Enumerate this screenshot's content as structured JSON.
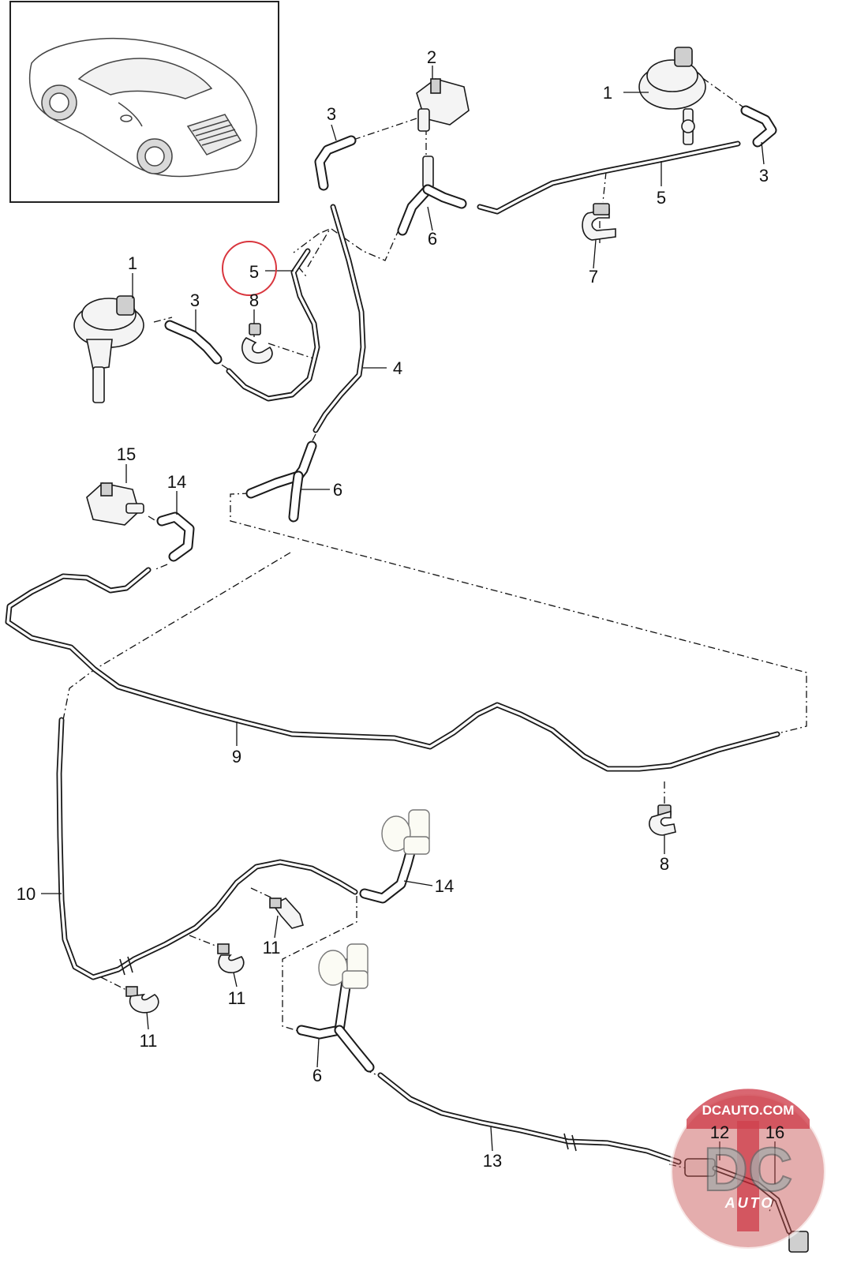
{
  "callouts": {
    "c1a": "1",
    "c1b": "1",
    "c2": "2",
    "c3a": "3",
    "c3b": "3",
    "c3c": "3",
    "c4": "4",
    "c5a": "5",
    "c5b": "5",
    "c6a": "6",
    "c6b": "6",
    "c6c": "6",
    "c7": "7",
    "c8a": "8",
    "c8b": "8",
    "c9": "9",
    "c10": "10",
    "c11a": "11",
    "c11b": "11",
    "c11c": "11",
    "c12": "12",
    "c13": "13",
    "c14a": "14",
    "c14b": "14",
    "c15": "15",
    "c16": "16"
  },
  "watermark": {
    "site": "DCAUTO.COM",
    "letters": "DC",
    "word": "AUTO"
  },
  "colors": {
    "line": "#1a1a1a",
    "highlight_circle": "#d9363e",
    "watermark_red": "#c8212f",
    "watermark_grey": "#8c8c8c"
  }
}
